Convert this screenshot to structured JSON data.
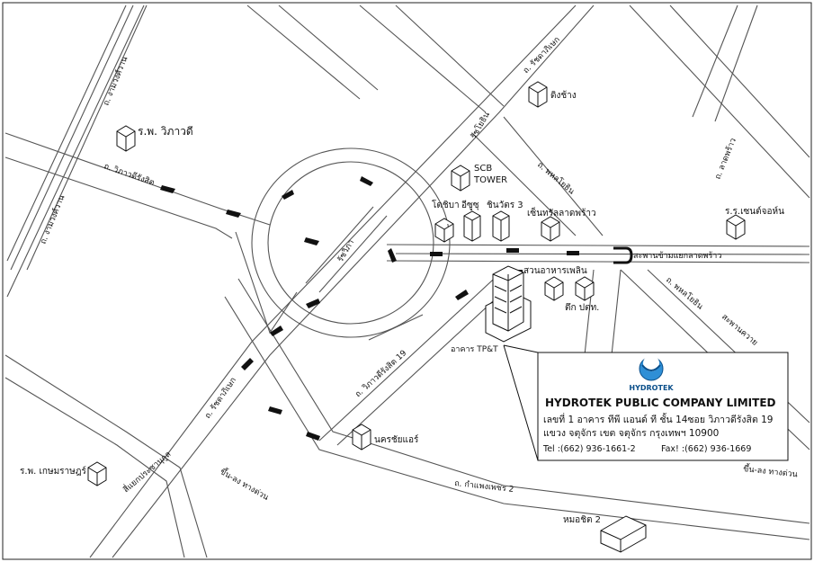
{
  "roads": {
    "ngam_wong_wan_top": "ถ. งามวงศ์วาน",
    "ngam_wong_wan_left": "ถ. งามวงศ์วาน",
    "vibhavadi": "ถ. วิภาวดีรังสิต",
    "vibhavadi_19": "ถ. วิภาวดีรังสิต 19",
    "ratchadaphisek_top": "ถ. รัชดาภิเษก",
    "ratchadaphisek_bottom": "ถ. รัชดาภิเษก",
    "ratchayothin_top": "รัชโยธิน",
    "ratchayothin_mid": "รัชวิภา",
    "phahon_yothin_top": "ถ. พหลโยธิน",
    "phahon_yothin_right": "ถ. พหลโยธิน",
    "lat_phrao": "ถ. ลาดพร้าว",
    "kamphaeng_phet_2": "ถ. กำแพงเพชร 2",
    "lat_phrao_overpass": "สะพานข้ามแยกลาดพร้าว",
    "saphan_khwai": "สะพานควาย",
    "ramp_up_down_left": "ขึ้น-ลง ทางด่วน",
    "ramp_up_down_right": "ขึ้น-ลง ทางด่วน",
    "prachanukul": "สี่แยกประชานุกูล"
  },
  "landmarks": {
    "vibhavadi_hospital": "ร.พ. วิภาวดี",
    "ding_chang": "ดิงช้าง",
    "scb_tower_1": "SCB",
    "scb_tower_2": "TOWER",
    "toshiba": "โตชิบา",
    "isuzu": "อีซูซุ",
    "shinawatra": "ชินวัตร 3",
    "central": "เซ็นทรัลลาดพร้าว",
    "school": "ร.ร.เซนต์จอห์น",
    "suan_ahan": "สวนอาหารเพลิน",
    "tuk_tot": "ตึก ปตท.",
    "tp_t": "อาคาร TP&T",
    "nakhon_chai_air": "นครชัยแอร์",
    "kasemrad": "ร.พ. เกษมราษฎร์",
    "mo_chit_2": "หมอชิต 2"
  },
  "company": {
    "logo_text": "HYDROTEK",
    "name": "HYDROTEK PUBLIC COMPANY LIMITED",
    "address_1": "เลขที่ 1  อาคาร  ทีพี  แอนด์  ที ชั้น 14ซอย  วิภาวดีรังสิต 19",
    "address_2": "แขวง  จตุจักร  เขต  จตุจักร  กรุงเทพฯ 10900",
    "tel": "Tel :(662)  936-1661-2",
    "fax": "Fax! :(662)  936-1669"
  },
  "colors": {
    "road": "#555555",
    "logo_blue": "#2f8fd6"
  }
}
